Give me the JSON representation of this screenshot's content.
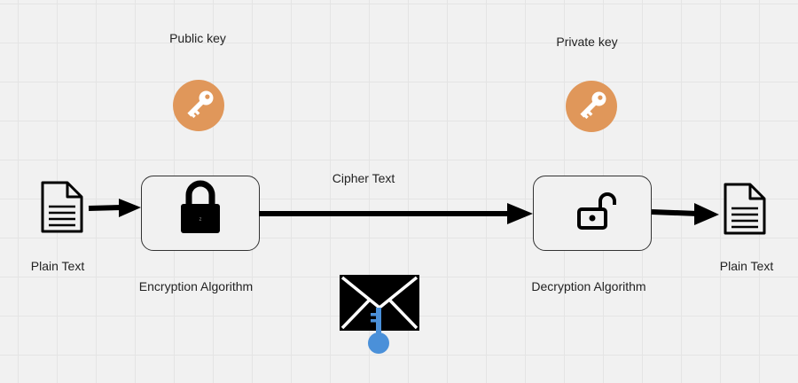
{
  "labels": {
    "public_key": "Public key",
    "private_key": "Private key",
    "cipher_text": "Cipher Text",
    "plain_text_left": "Plain Text",
    "plain_text_right": "Plain Text",
    "encryption_algorithm": "Encryption Algorithm",
    "decryption_algorithm": "Decryption Algorithm"
  },
  "icons": {
    "public_key": "key-icon",
    "private_key": "key-icon",
    "plain_text_left": "document-icon",
    "plain_text_right": "document-icon",
    "encryption": "padlock-closed-icon",
    "decryption": "padlock-open-icon",
    "envelope": "envelope-with-key-icon"
  },
  "colors": {
    "key_badge": "#e0975a",
    "envelope_key": "#4a90d9",
    "arrow": "#000000"
  }
}
